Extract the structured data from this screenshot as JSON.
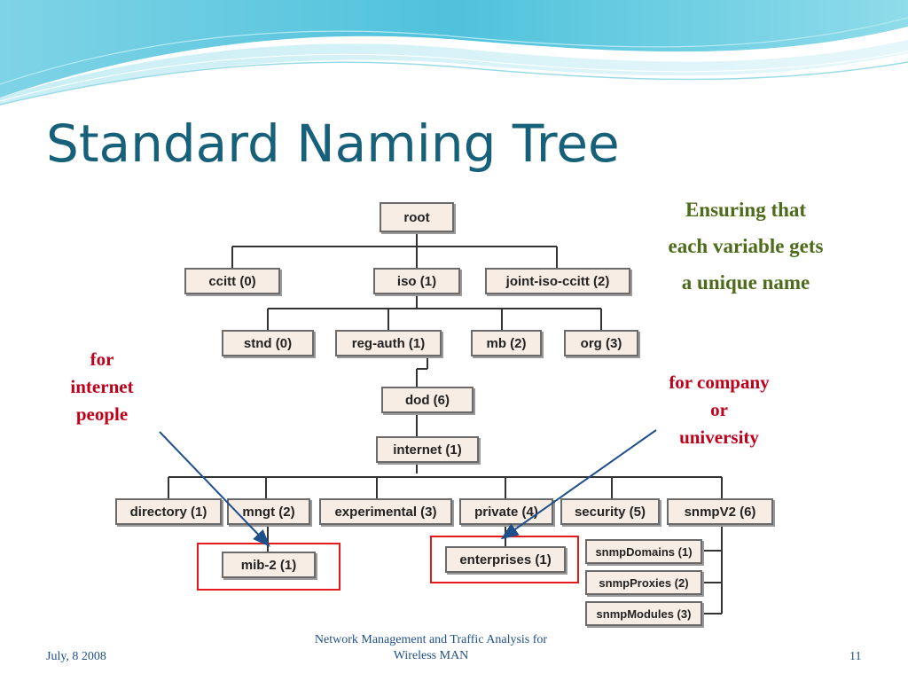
{
  "title": "Standard Naming Tree",
  "tree": {
    "root": "root",
    "level1": [
      "ccitt (0)",
      "iso (1)",
      "joint-iso-ccitt (2)"
    ],
    "level2": [
      "stnd (0)",
      "reg-auth (1)",
      "mb (2)",
      "org (3)"
    ],
    "dod": "dod (6)",
    "internet": "internet (1)",
    "level5": [
      "directory (1)",
      "mngt (2)",
      "experimental (3)",
      "private (4)",
      "security (5)",
      "snmpV2 (6)"
    ],
    "mib2": "mib-2 (1)",
    "enterprises": "enterprises (1)",
    "snmpv2_children": [
      "snmpDomains (1)",
      "snmpProxies (2)",
      "snmpModules (3)"
    ]
  },
  "annotations": {
    "unique_lines": [
      "Ensuring that",
      "each variable gets",
      "a unique name"
    ],
    "internet_people_lines": [
      "for",
      "internet",
      "people"
    ],
    "company_lines": [
      "for company",
      "or",
      "university"
    ]
  },
  "footer": {
    "date": "July, 8 2008",
    "center_lines": [
      "Network Management and Traffic Analysis for",
      "Wireless MAN"
    ],
    "page": "11"
  },
  "colors": {
    "title": "#17607a",
    "highlight": "#e31b1b",
    "note_green": "#4d6b1a",
    "note_red": "#c0001a",
    "arrow": "#1f4f8a"
  }
}
